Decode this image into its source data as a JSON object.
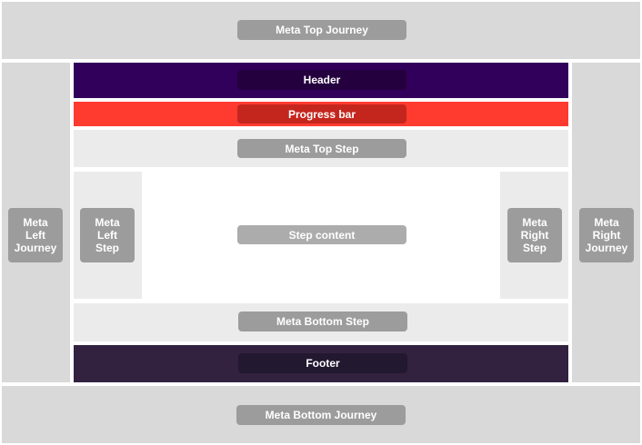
{
  "regions": {
    "meta_top_journey": "Meta Top Journey",
    "header": "Header",
    "progress_bar": "Progress bar",
    "meta_top_step": "Meta Top Step",
    "meta_left_journey": "Meta\nLeft\nJourney",
    "meta_left_step": "Meta\nLeft\nStep",
    "step_content": "Step content",
    "meta_right_step": "Meta\nRight\nStep",
    "meta_right_journey": "Meta\nRight\nJourney",
    "meta_bottom_step": "Meta Bottom Step",
    "footer": "Footer",
    "meta_bottom_journey": "Meta Bottom Journey"
  },
  "colors": {
    "journey_bg": "#d9d9d9",
    "step_meta_bg": "#ebebeb",
    "header_bg": "#31005a",
    "header_label_bg": "#25003f",
    "progress_bg": "#ff3b30",
    "progress_label_bg": "#c4261e",
    "footer_bg": "#32223f",
    "footer_label_bg": "#221830",
    "content_bg": "#ffffff",
    "label_bg": "#9c9c9c"
  }
}
